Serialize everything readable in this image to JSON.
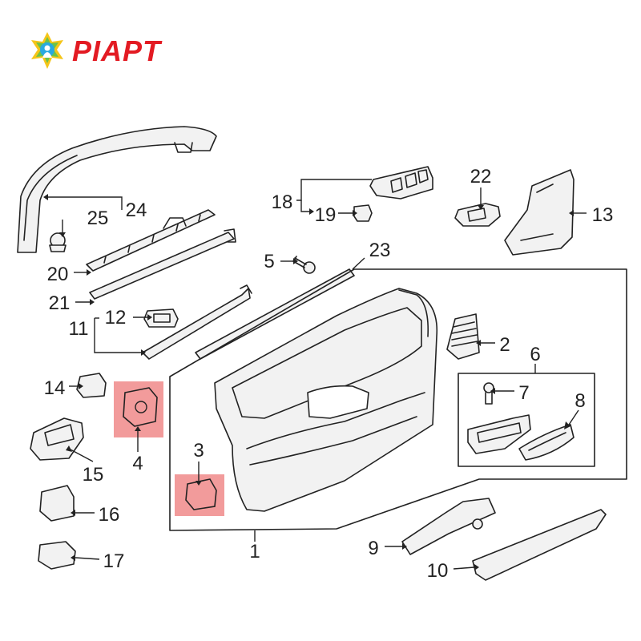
{
  "brand": {
    "name": "PIAPT",
    "color": "#e31b23"
  },
  "colors": {
    "line": "#222222",
    "part_fill": "#f2f2f2",
    "highlight": "#f08a8a"
  },
  "callouts": [
    {
      "id": "c1",
      "label": "1"
    },
    {
      "id": "c2",
      "label": "2"
    },
    {
      "id": "c3",
      "label": "3"
    },
    {
      "id": "c4",
      "label": "4"
    },
    {
      "id": "c5",
      "label": "5"
    },
    {
      "id": "c6",
      "label": "6"
    },
    {
      "id": "c7",
      "label": "7"
    },
    {
      "id": "c8",
      "label": "8"
    },
    {
      "id": "c9",
      "label": "9"
    },
    {
      "id": "c10",
      "label": "10"
    },
    {
      "id": "c11",
      "label": "11"
    },
    {
      "id": "c12",
      "label": "12"
    },
    {
      "id": "c13",
      "label": "13"
    },
    {
      "id": "c14",
      "label": "14"
    },
    {
      "id": "c15",
      "label": "15"
    },
    {
      "id": "c16",
      "label": "16"
    },
    {
      "id": "c17",
      "label": "17"
    },
    {
      "id": "c18",
      "label": "18"
    },
    {
      "id": "c19",
      "label": "19"
    },
    {
      "id": "c20",
      "label": "20"
    },
    {
      "id": "c21",
      "label": "21"
    },
    {
      "id": "c22",
      "label": "22"
    },
    {
      "id": "c23",
      "label": "23"
    },
    {
      "id": "c24",
      "label": "24"
    },
    {
      "id": "c25",
      "label": "25"
    }
  ]
}
